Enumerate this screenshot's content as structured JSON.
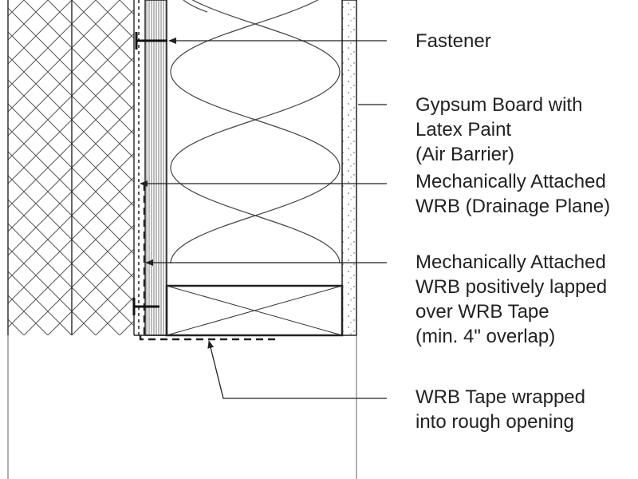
{
  "annotations": {
    "fastener": [
      "Fastener"
    ],
    "gypsum": [
      "Gypsum Board with",
      "Latex Paint",
      "(Air Barrier)"
    ],
    "wrb_drainage": [
      "Mechanically Attached",
      "WRB (Drainage Plane)"
    ],
    "wrb_lapped": [
      "Mechanically Attached",
      "WRB positively lapped",
      "over WRB Tape",
      "(min. 4\" overlap)"
    ],
    "wrb_tape": [
      "WRB Tape wrapped",
      "into rough opening"
    ]
  },
  "colors": {
    "line": "#222222",
    "background": "#ffffff"
  }
}
